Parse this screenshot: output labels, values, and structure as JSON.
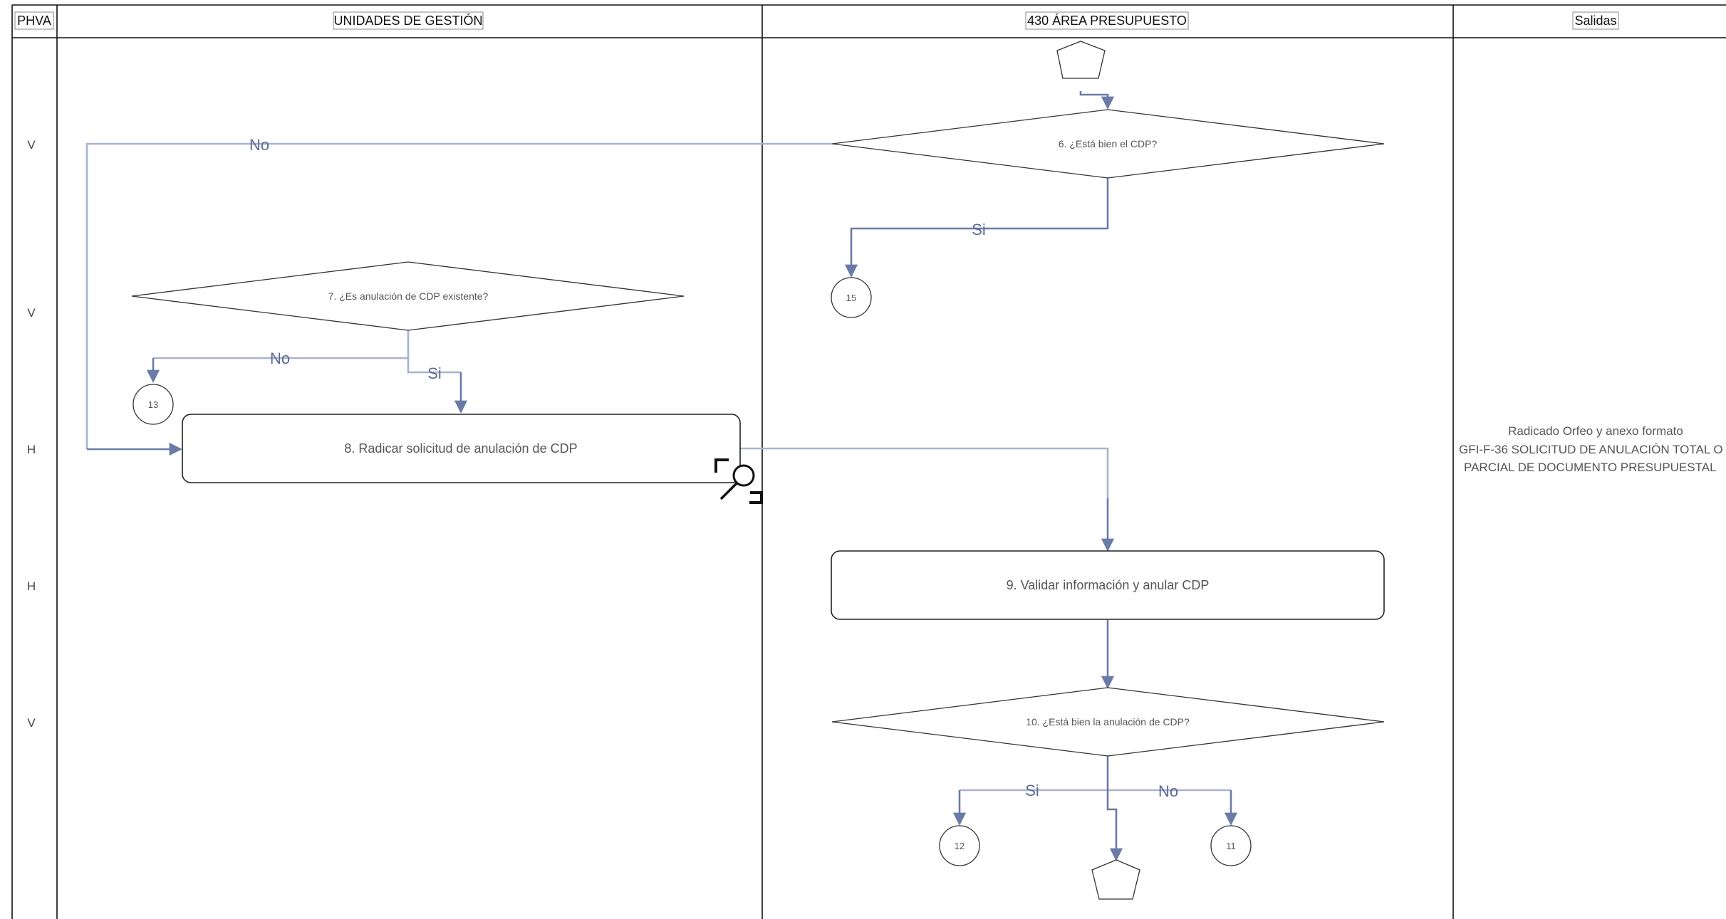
{
  "headers": {
    "phva": "PHVA",
    "units": "UNIDADES DE GESTIÓN",
    "budget": "430 ÁREA PRESUPUESTO",
    "outputs": "Salidas"
  },
  "phva_rows": [
    "V",
    "V",
    "H",
    "H",
    "V"
  ],
  "nodes": {
    "d6": "6. ¿Está bien el CDP?",
    "d7": "7. ¿Es anulación de CDP existente?",
    "p8": "8. Radicar solicitud de anulación de CDP",
    "p9": "9. Validar información y anular CDP",
    "d10": "10. ¿Está bien la anulación de CDP?",
    "c15": "15",
    "c13": "13",
    "c12": "12",
    "c11": "11"
  },
  "flow_labels": {
    "no_6": "No",
    "si_6": "Si",
    "no_7": "No",
    "si_7": "Si",
    "si_10": "Si",
    "no_10": "No"
  },
  "outputs": {
    "line1": "Radicado Orfeo y anexo formato",
    "line2": "GFI-F-36 SOLICITUD DE ANULACIÓN TOTAL O",
    "line3": "PARCIAL DE DOCUMENTO PRESUPUESTAL"
  },
  "colors": {
    "arrow": "#6b7ba8",
    "arrow_light": "#a9b3cf",
    "border": "#111111"
  },
  "icons": [
    "search-icon"
  ]
}
